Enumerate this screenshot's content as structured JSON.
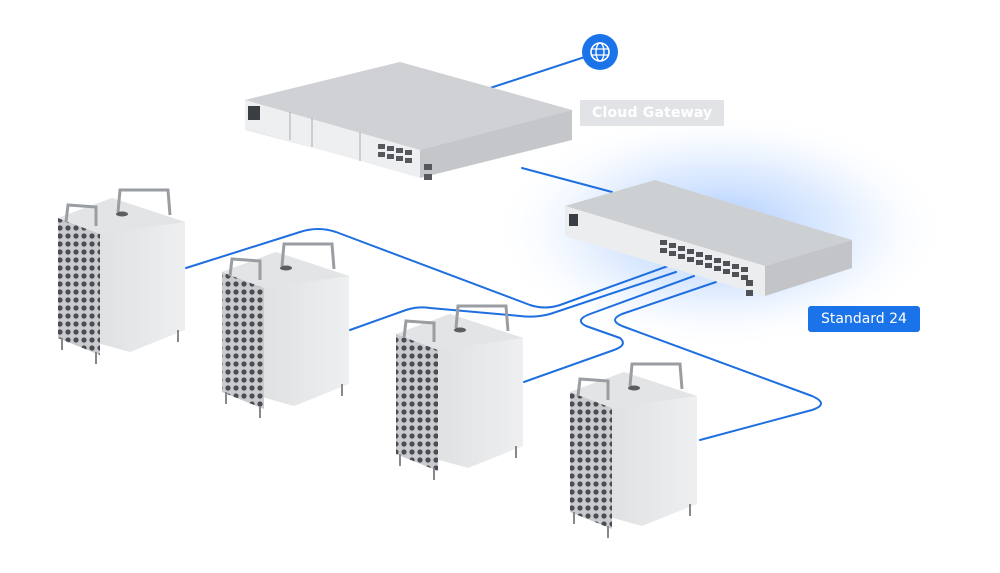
{
  "labels": {
    "gateway": "Cloud Gateway",
    "switch": "Standard 24"
  },
  "icons": {
    "internet": "globe-icon"
  },
  "colors": {
    "cable": "#1e6fe0",
    "accent": "#1a73e8",
    "device_gray": "#c9cbce",
    "glow": "#6fa8ff",
    "gateway_label_bg": "#e2e3e6"
  },
  "devices": {
    "computers": [
      {
        "name": "computer-1"
      },
      {
        "name": "computer-2"
      },
      {
        "name": "computer-3"
      },
      {
        "name": "computer-4"
      }
    ]
  }
}
